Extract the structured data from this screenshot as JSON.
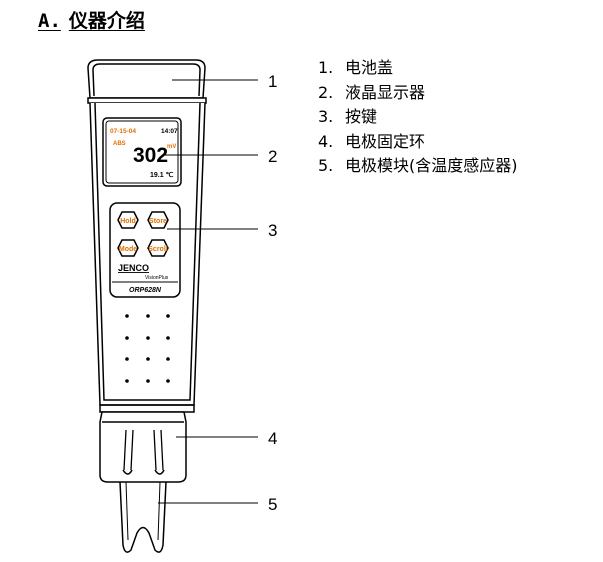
{
  "title": {
    "letter": "A.",
    "text": "仪器介绍"
  },
  "device": {
    "date": "07-15-04",
    "time": "14:07",
    "mode": "ABS",
    "reading": "302",
    "unit": "mV",
    "temperature": "19.1 ℃",
    "buttons": [
      "Hold",
      "Store",
      "Mode",
      "Scroll"
    ],
    "brand": "JENCO",
    "brand_sub": "VisionPlus",
    "model": "ORP628N"
  },
  "callouts": [
    "1",
    "2",
    "3",
    "4",
    "5"
  ],
  "legend": [
    {
      "num": "1.",
      "text": "电池盖"
    },
    {
      "num": "2.",
      "text": "液晶显示器"
    },
    {
      "num": "3.",
      "text": "按键"
    },
    {
      "num": "4.",
      "text": "电极固定环"
    },
    {
      "num": "5.",
      "text": "电极模块(含温度感应器)"
    }
  ]
}
